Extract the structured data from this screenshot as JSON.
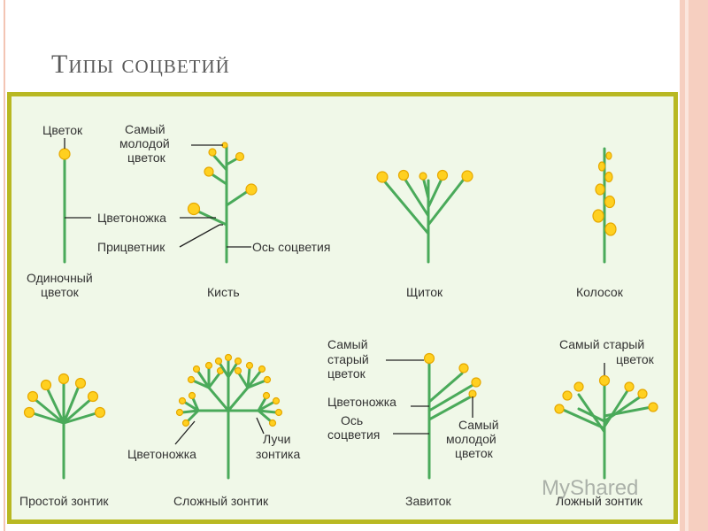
{
  "title": "Типы соцветий",
  "labels": {
    "single": [
      "Цветок",
      "Одиночный",
      "цветок"
    ],
    "raceme": [
      "Самый",
      "молодой",
      "цветок",
      "Цветоножка",
      "Прицветник",
      "Ось соцветия",
      "Кисть"
    ],
    "corymb": "Щиток",
    "spike": "Колосок",
    "umbel": "Простой зонтик",
    "compound_umbel": [
      "Цветоножка",
      "Лучи",
      "зонтика",
      "Сложный зонтик"
    ],
    "cincinnus": [
      "Самый",
      "старый",
      "цветок",
      "Цветоножка",
      "Ось",
      "соцветия",
      "Самый",
      "молодой",
      "цветок",
      "Завиток"
    ],
    "false_umbel": [
      "Самый старый",
      "цветок",
      "Ложный зонтик"
    ]
  },
  "watermark": "MyShared",
  "colors": {
    "stem": "#4aaa5a",
    "flower": "#ffd020",
    "frame": "#b8b822",
    "panel": "#f0f8e8"
  }
}
